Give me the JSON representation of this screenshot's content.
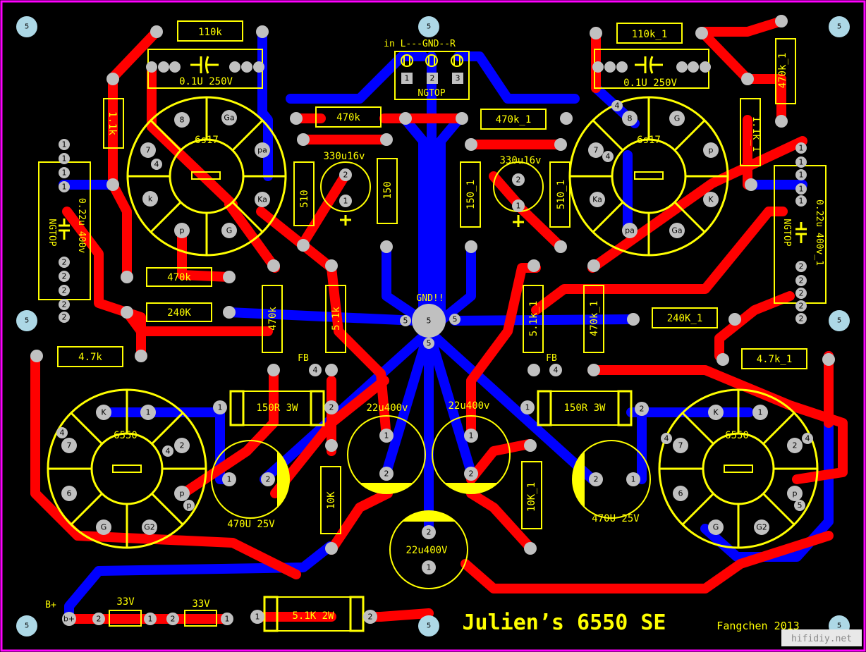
{
  "board": {
    "title": "Julien’s 6550 SE",
    "author": "Fangchen 2013",
    "watermark": "hifidiy.net",
    "input_header": "in L---GND--R",
    "connector_label": "NGTOP",
    "connector_pins": [
      "1",
      "2",
      "3"
    ],
    "ground_label": "GND!!",
    "bplus_label": "B+",
    "bplus_pad": "b+",
    "mount_hole_label": "5"
  },
  "tubes": {
    "left_driver": "6s17",
    "right_driver": "6s17",
    "left_output": "6550",
    "right_output": "6550"
  },
  "driver_pins": {
    "left": [
      "8",
      "Ga",
      "pa",
      "Ka",
      "G",
      "p",
      "k",
      "7",
      "4"
    ],
    "right": [
      "4",
      "8",
      "G",
      "p",
      "K",
      "Ga",
      "pa",
      "Ka",
      "7"
    ]
  },
  "output_pins": {
    "left": [
      "K",
      "1",
      "2",
      "p",
      "G2",
      "G",
      "6",
      "7",
      "4",
      "4",
      "p"
    ],
    "right": [
      "K",
      "1",
      "2",
      "4",
      "p",
      "G2",
      "G",
      "6",
      "7",
      "4",
      "5"
    ]
  },
  "components": {
    "r110k": "110k",
    "r110k_1": "110k_1",
    "c01_left": "0.1U 250V",
    "c01_right": "0.1U 250V",
    "r1_1k": "1.1k",
    "r1_1k_1": "1.1k_1",
    "r470k_1_right": "470k_1",
    "r470k_top": "470k",
    "r470k_1_top": "470k_1",
    "c330_left": "330u16v",
    "c330_right": "330u16v",
    "r510": "510",
    "r510_1": "510_1",
    "r150": "150",
    "r150_1": "150_1",
    "c022_left": "0.22u 400v",
    "c022_right": "0.22u 400v_1",
    "ngtop_left": "NGTOP",
    "ngtop_right": "NGTOP",
    "r470k_mid": "470k",
    "r240k": "240K",
    "r240k_1": "240K_1",
    "r470k_vert": "470k",
    "r470k_1_vert": "470k_1",
    "r5_1k": "5.1k",
    "r5_1k_1": "5.1k_1",
    "r4_7k": "4.7k",
    "r4_7k_1": "4.7k_1",
    "fb_left": "FB",
    "fb_right": "FB",
    "r150r_left": "150R 3W",
    "r150r_right": "150R 3W",
    "c22u_left": "22u400v",
    "c22u_right": "22u400v",
    "c22u_bottom": "22u400V",
    "c470_left": "470U 25V",
    "c470_right": "470U 25V",
    "r10k": "10K",
    "r10k_1": "10K_1",
    "z33_a": "33V",
    "z33_b": "33V",
    "r5_1k_2w": "5.1K 2W"
  },
  "colors": {
    "background": "#000000",
    "top_copper": "#ff0000",
    "bottom_copper": "#0000ff",
    "silkscreen": "#ffff00",
    "pad": "#c0c0c0",
    "mount_hole": "#add8e6",
    "board_edge": "#ff00ff"
  }
}
